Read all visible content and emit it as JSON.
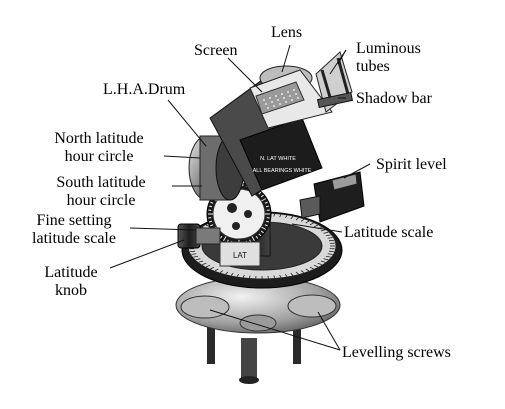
{
  "labels": {
    "lens": "Lens",
    "screen": "Screen",
    "luminous_tubes": [
      "Luminous",
      "tubes"
    ],
    "lha_drum": "L.H.A.Drum",
    "shadow_bar": "Shadow bar",
    "north_latitude_hour_circle": [
      "North latitude",
      "hour circle"
    ],
    "spirit_level": "Spirit level",
    "south_latitude_hour_circle": [
      "South latitude",
      "hour circle"
    ],
    "fine_setting_latitude_scale": [
      "Fine setting",
      "latitude scale"
    ],
    "latitude_scale": "Latitude scale",
    "latitude_knob": [
      "Latitude",
      "knob"
    ],
    "levelling_screws": "Levelling screws"
  },
  "instrument_markings": {
    "screen_plate": [
      "N. LAT WHITE",
      "ALL BEARINGS WHITE"
    ],
    "lat_mark": "LAT"
  },
  "colors": {
    "ink": "#111111",
    "metal_dark": "#2a2a2a",
    "metal_mid": "#6e6e6e",
    "metal_light": "#c9c9c9",
    "background": "#ffffff"
  }
}
